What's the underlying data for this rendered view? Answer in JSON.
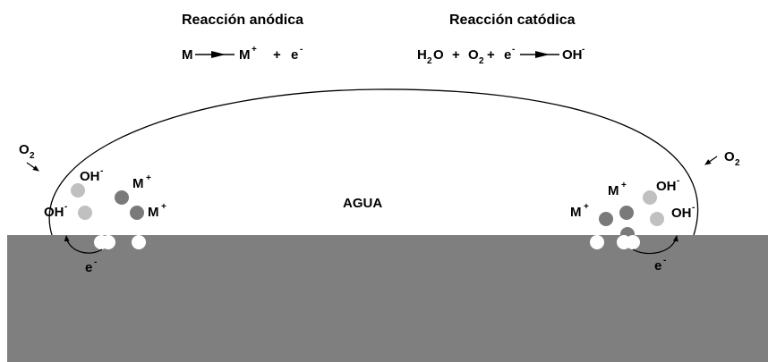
{
  "titles": {
    "anodic": "Reacción anódica",
    "cathodic": "Reacción catódica"
  },
  "anodic_eq": {
    "m": "M",
    "m_ion": "M",
    "plus_sup": "+",
    "plus": "+",
    "e": "e",
    "minus_sup": "-"
  },
  "cathodic_eq": {
    "h2o_h": "H",
    "h2o_sub": "2",
    "h2o_o": "O",
    "plus1": "+",
    "o2_o": "O",
    "o2_sub": "2",
    "plus2": "+",
    "e": "e",
    "e_sup": "-",
    "oh": "OH",
    "oh_sup": "-"
  },
  "labels": {
    "water": "AGUA",
    "oxygen": "O",
    "oxygen_sub": "2",
    "hydroxide": "OH",
    "hydroxide_sup": "-",
    "metal_ion": "M",
    "metal_ion_sup": "+",
    "electron": "e",
    "electron_sup": "-"
  },
  "colors": {
    "metal": "#7f7f7f",
    "metal_ion": "#7a7a7a",
    "hydroxide": "#c0c0c0",
    "electron": "#ffffff",
    "drop_outline": "#000000"
  }
}
